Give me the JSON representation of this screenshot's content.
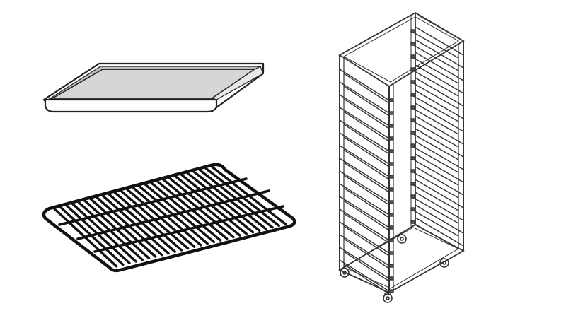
{
  "items": [
    {
      "id": "baking-tray",
      "icon": "baking-tray-icon",
      "fill": "#d6d6d6",
      "stroke": "#222222"
    },
    {
      "id": "wire-grid",
      "icon": "wire-grid-icon",
      "stroke": "#111111"
    },
    {
      "id": "tray-rack-trolley",
      "icon": "rack-trolley-icon",
      "stroke": "#333333",
      "shelf_count": 16
    }
  ]
}
